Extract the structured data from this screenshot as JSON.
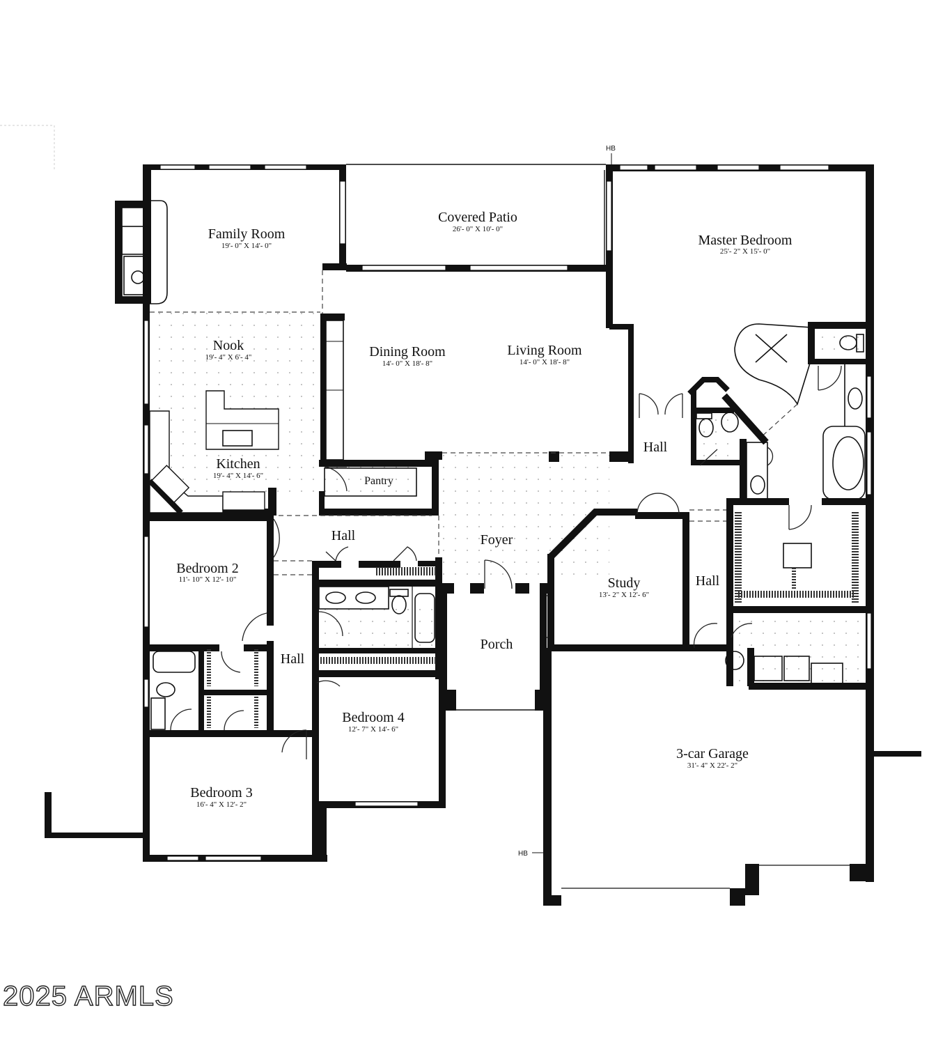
{
  "floorplan": {
    "rooms": [
      {
        "id": "family-room",
        "name": "Family Room",
        "dimensions": "19'- 0\" X 14'- 0\""
      },
      {
        "id": "covered-patio",
        "name": "Covered Patio",
        "dimensions": "26'- 0\" X 10'- 0\""
      },
      {
        "id": "master-bedroom",
        "name": "Master Bedroom",
        "dimensions": "25'- 2\" X 15'- 0\""
      },
      {
        "id": "nook",
        "name": "Nook",
        "dimensions": "19'- 4\" X 6'- 4\""
      },
      {
        "id": "dining-room",
        "name": "Dining Room",
        "dimensions": "14'- 0\" X 18'- 8\""
      },
      {
        "id": "living-room",
        "name": "Living Room",
        "dimensions": "14'- 0\" X 18'- 8\""
      },
      {
        "id": "kitchen",
        "name": "Kitchen",
        "dimensions": "19'- 4\" X 14'- 6\""
      },
      {
        "id": "bedroom-2",
        "name": "Bedroom 2",
        "dimensions": "11'- 10\" X 12'- 10\""
      },
      {
        "id": "study",
        "name": "Study",
        "dimensions": "13'- 2\" X 12'- 6\""
      },
      {
        "id": "bedroom-4",
        "name": "Bedroom 4",
        "dimensions": "12'- 7\" X 14'- 6\""
      },
      {
        "id": "bedroom-3",
        "name": "Bedroom 3",
        "dimensions": "16'- 4\" X 12'- 2\""
      },
      {
        "id": "garage",
        "name": "3-car Garage",
        "dimensions": "31'- 4\" X 22'- 2\""
      }
    ],
    "labels": {
      "pantry": "Pantry",
      "foyer": "Foyer",
      "porch": "Porch",
      "hall_master": "Hall",
      "hall_kitchen": "Hall",
      "hall_bedrooms": "Hall",
      "hall_study": "Hall"
    },
    "markers": {
      "hose_bib_top": "HB",
      "hose_bib_garage": "HB"
    }
  },
  "watermark": "2025 ARMLS",
  "colors": {
    "line": "#111111",
    "background": "#ffffff"
  }
}
